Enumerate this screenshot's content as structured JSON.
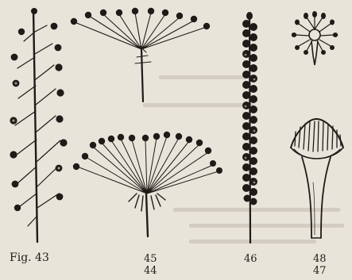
{
  "figure_labels": {
    "fig43": "Fig. 43",
    "fig45": "45",
    "fig44": "44",
    "fig46": "46",
    "fig48": "48",
    "fig47": "47"
  },
  "colors": {
    "paper": "#e9e4da",
    "ink": "#1e1b18",
    "show_through": "#d3cdc1"
  }
}
